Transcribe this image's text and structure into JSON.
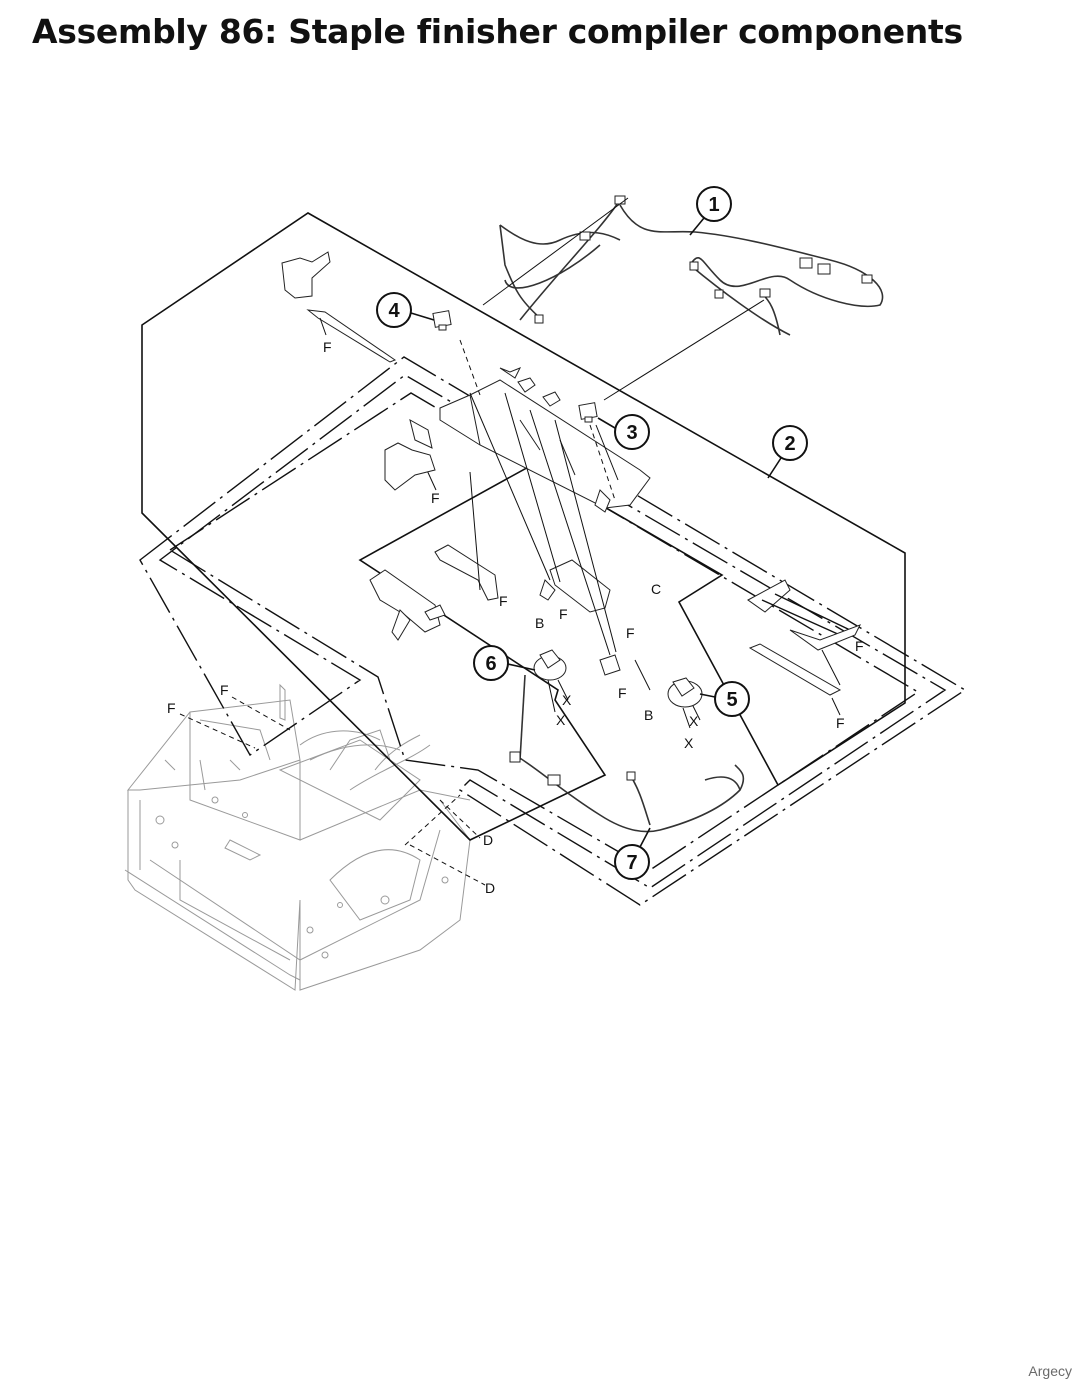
{
  "title": "Assembly 86: Staple finisher compiler components",
  "watermark": "Argecy",
  "callouts": [
    "1",
    "2",
    "3",
    "4",
    "5",
    "6",
    "7"
  ],
  "letters": {
    "F": "F",
    "B": "B",
    "C": "C",
    "D": "D",
    "X": "X"
  }
}
